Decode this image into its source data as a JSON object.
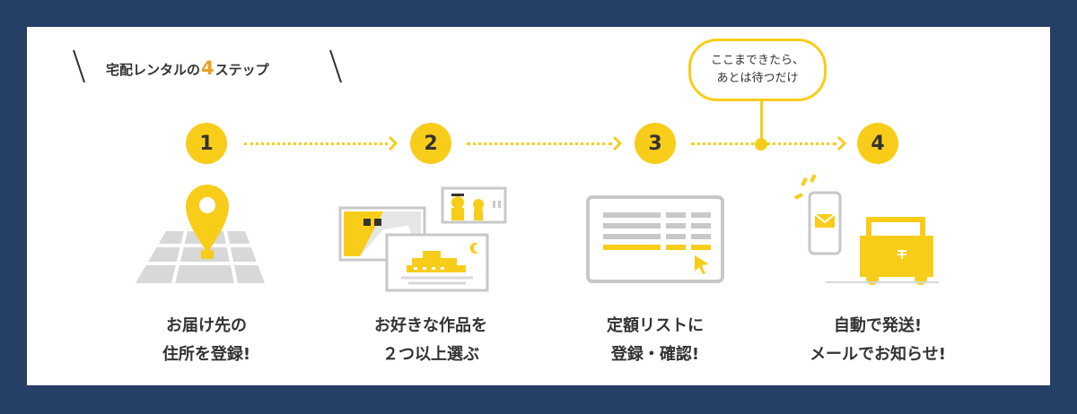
{
  "header": {
    "prefix": "宅配レンタルの",
    "number": "4",
    "suffix": "ステップ"
  },
  "callout": {
    "line1": "ここまできたら、",
    "line2": "あとは待つだけ"
  },
  "steps": [
    {
      "number": "1",
      "line1": "お届け先の",
      "line2": "住所を登録!",
      "icon": "map-pin-icon"
    },
    {
      "number": "2",
      "line1": "お好きな作品を",
      "line2": "２つ以上選ぶ",
      "icon": "movie-posters-icon"
    },
    {
      "number": "3",
      "line1": "定額リストに",
      "line2": "登録・確認!",
      "icon": "list-screen-icon"
    },
    {
      "number": "4",
      "line1": "自動で発送!",
      "line2": "メールでお知らせ!",
      "icon": "delivery-truck-icon"
    }
  ],
  "colors": {
    "background": "#253f66",
    "card": "#ffffff",
    "accent": "#f8cd1a",
    "heading_number": "#e9a21d",
    "text": "#333333",
    "gray": "#d8d8d8"
  }
}
